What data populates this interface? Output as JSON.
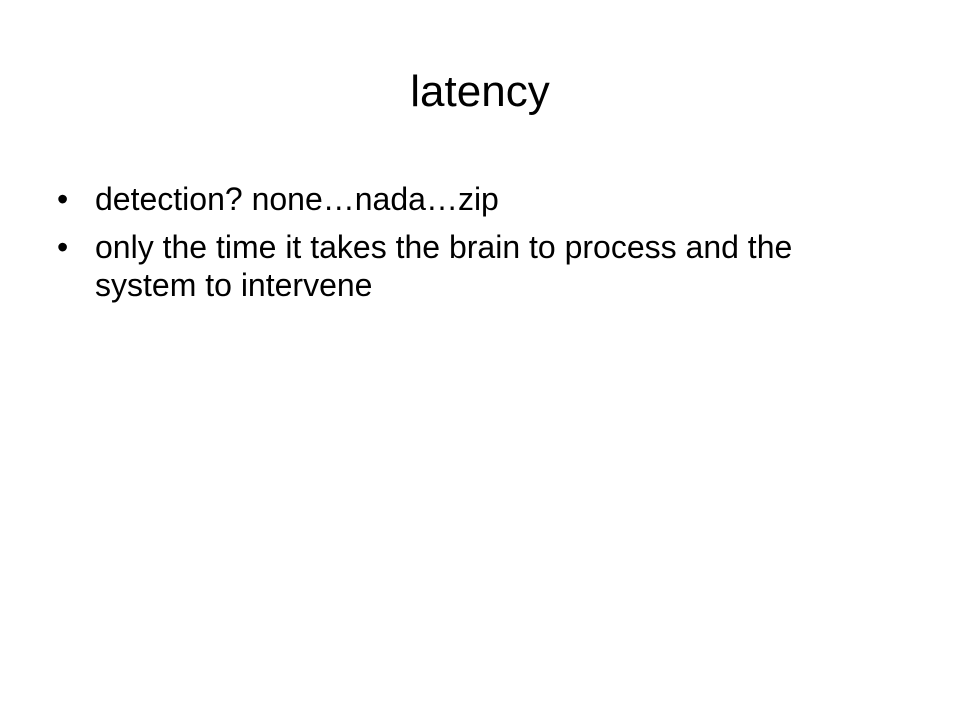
{
  "slide": {
    "title": "latency",
    "bullet_glyph": "•",
    "bullets": [
      {
        "text": "detection? none…nada…zip"
      },
      {
        "text": "only the time it takes the brain to process and the system to intervene"
      }
    ]
  }
}
